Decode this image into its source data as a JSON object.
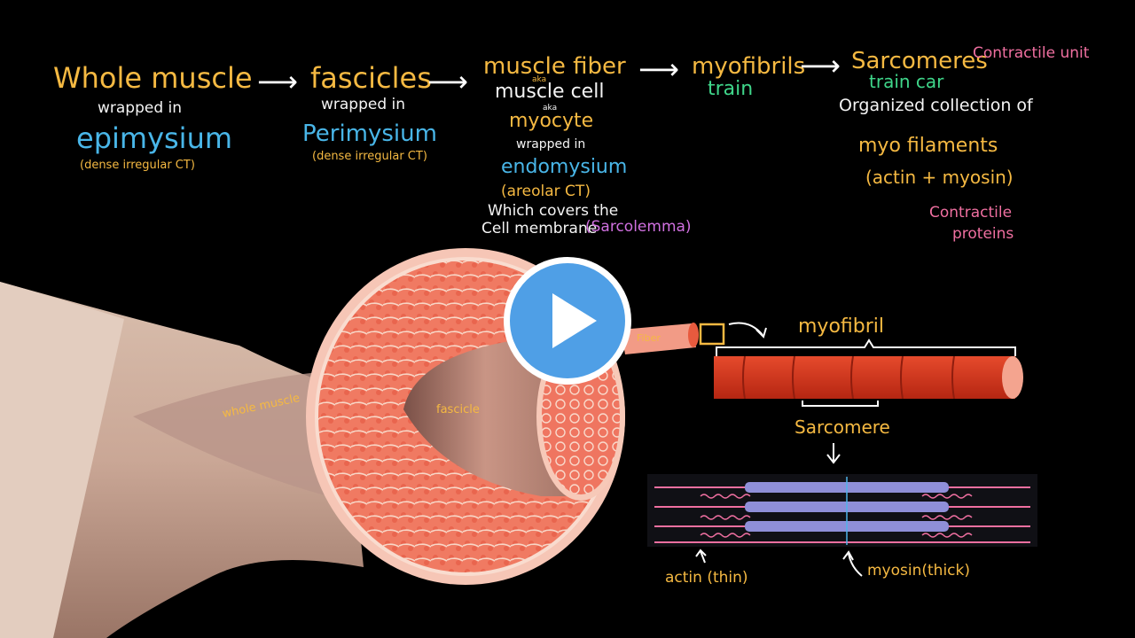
{
  "flow": {
    "whole_muscle": "Whole muscle",
    "whole_wrapped": "wrapped in",
    "whole_layer": "epimysium",
    "whole_ct": "(dense irregular CT)",
    "fascicles": "fascicles",
    "fascicles_wrapped": "wrapped in",
    "fascicles_layer": "Perimysium",
    "fascicles_ct": "(dense irregular CT)",
    "muscle_fiber": "muscle fiber",
    "aka1": "aka",
    "muscle_cell": "muscle cell",
    "aka2": "aka",
    "myocyte": "myocyte",
    "fiber_wrapped": "wrapped in",
    "fiber_layer": "endomysium",
    "fiber_ct": "(areolar CT)",
    "covers1": "Which covers the",
    "covers2": "Cell membrane",
    "sarcolemma": "(Sarcolemma)",
    "myofibrils": "myofibrils",
    "myofibrils_note": "train",
    "sarcomeres": "Sarcomeres",
    "sarcomeres_role": "Contractile unit",
    "sarcomeres_note": "train car",
    "organized": "Organized collection of",
    "myofilaments": "myo filaments",
    "actin_myosin": "(actin + myosin)",
    "contractile1": "Contractile",
    "contractile2": "proteins"
  },
  "diagram_labels": {
    "whole_muscle": "whole muscle",
    "fascicle": "fascicle",
    "fiber": "Fiber",
    "myofibril": "myofibril",
    "sarcomere": "Sarcomere",
    "actin": "actin (thin)",
    "myosin": "myosin(thick)"
  },
  "colors": {
    "orange": "#f5b942",
    "blue": "#49b6e8",
    "pink": "#ef6fa0",
    "green": "#3fd68a",
    "play": "#4f9fe6"
  },
  "icons": {
    "play": "play-icon",
    "arrow": "right-arrow-icon"
  }
}
